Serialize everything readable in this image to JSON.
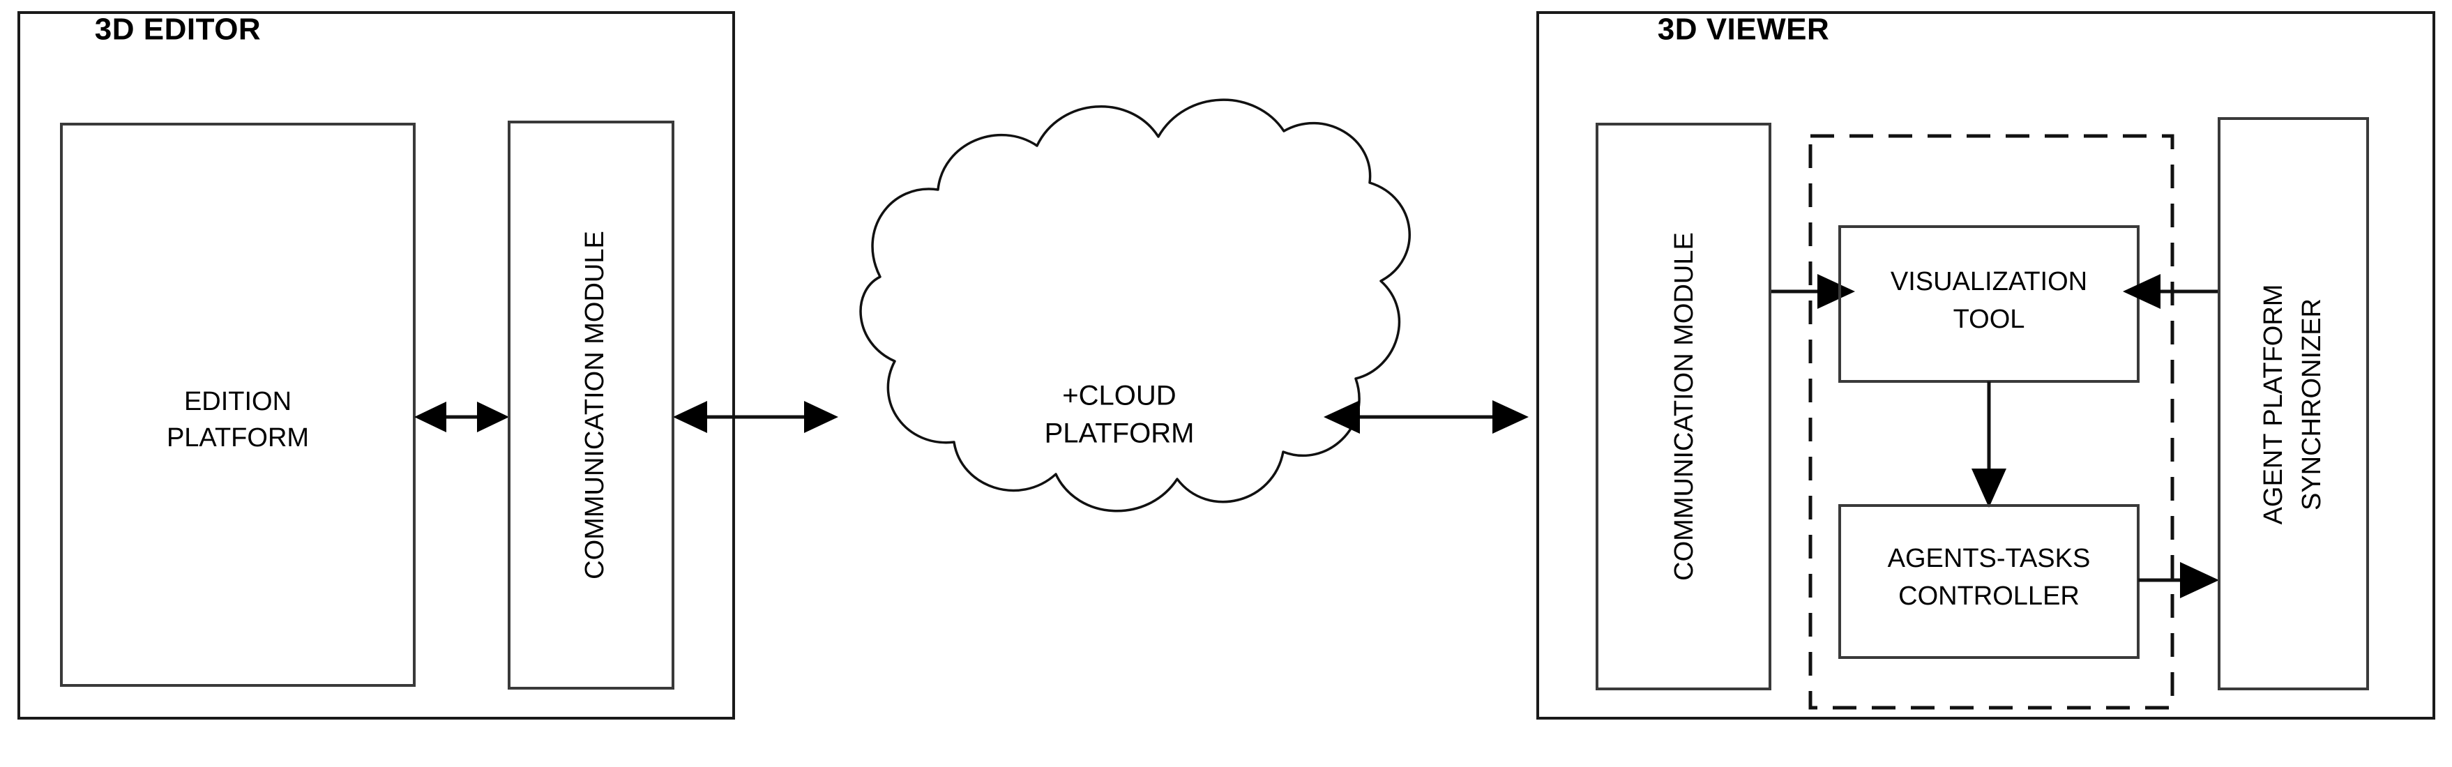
{
  "diagram": {
    "title_hidden": "",
    "panels": [
      {
        "id": "editor",
        "title": "3D EDITOR",
        "boxes": [
          {
            "id": "edition-platform",
            "label_line1": "EDITION",
            "label_line2": "PLATFORM",
            "orientation": "horizontal"
          },
          {
            "id": "editor-communication-module",
            "label": "COMMUNICATION MODULE",
            "orientation": "vertical"
          }
        ]
      },
      {
        "id": "viewer",
        "title": "3D VIEWER",
        "boxes": [
          {
            "id": "viewer-communication-module",
            "label": "COMMUNICATION MODULE",
            "orientation": "vertical"
          },
          {
            "id": "visualization-tool",
            "label_line1": "VISUALIZATION",
            "label_line2": "TOOL",
            "orientation": "horizontal"
          },
          {
            "id": "agents-tasks-controller",
            "label_line1": "AGENTS-TASKS",
            "label_line2": "CONTROLLER",
            "orientation": "horizontal"
          },
          {
            "id": "agent-platform-synchronizer",
            "label_line1": "AGENT PLATFORM",
            "label_line2": "SYNCHRONIZER",
            "orientation": "vertical"
          }
        ],
        "dashed_group": {
          "id": "agent-platform-group",
          "label": ""
        }
      }
    ],
    "cloud": {
      "id": "cloud-platform",
      "label_line1": "+CLOUD",
      "label_line2": "PLATFORM"
    },
    "connectors": [
      {
        "id": "edition-to-comm",
        "type": "bidirectional"
      },
      {
        "id": "editor-comm-to-cloud",
        "type": "bidirectional"
      },
      {
        "id": "cloud-to-viewer-comm",
        "type": "bidirectional"
      },
      {
        "id": "viewer-comm-to-visualization",
        "type": "unidirectional"
      },
      {
        "id": "synchronizer-to-visualization",
        "type": "unidirectional"
      },
      {
        "id": "visualization-to-controller",
        "type": "unidirectional"
      },
      {
        "id": "controller-to-synchronizer",
        "type": "unidirectional"
      }
    ],
    "colors": {
      "stroke": "#111111",
      "background": "#ffffff",
      "text": "#000000"
    }
  }
}
